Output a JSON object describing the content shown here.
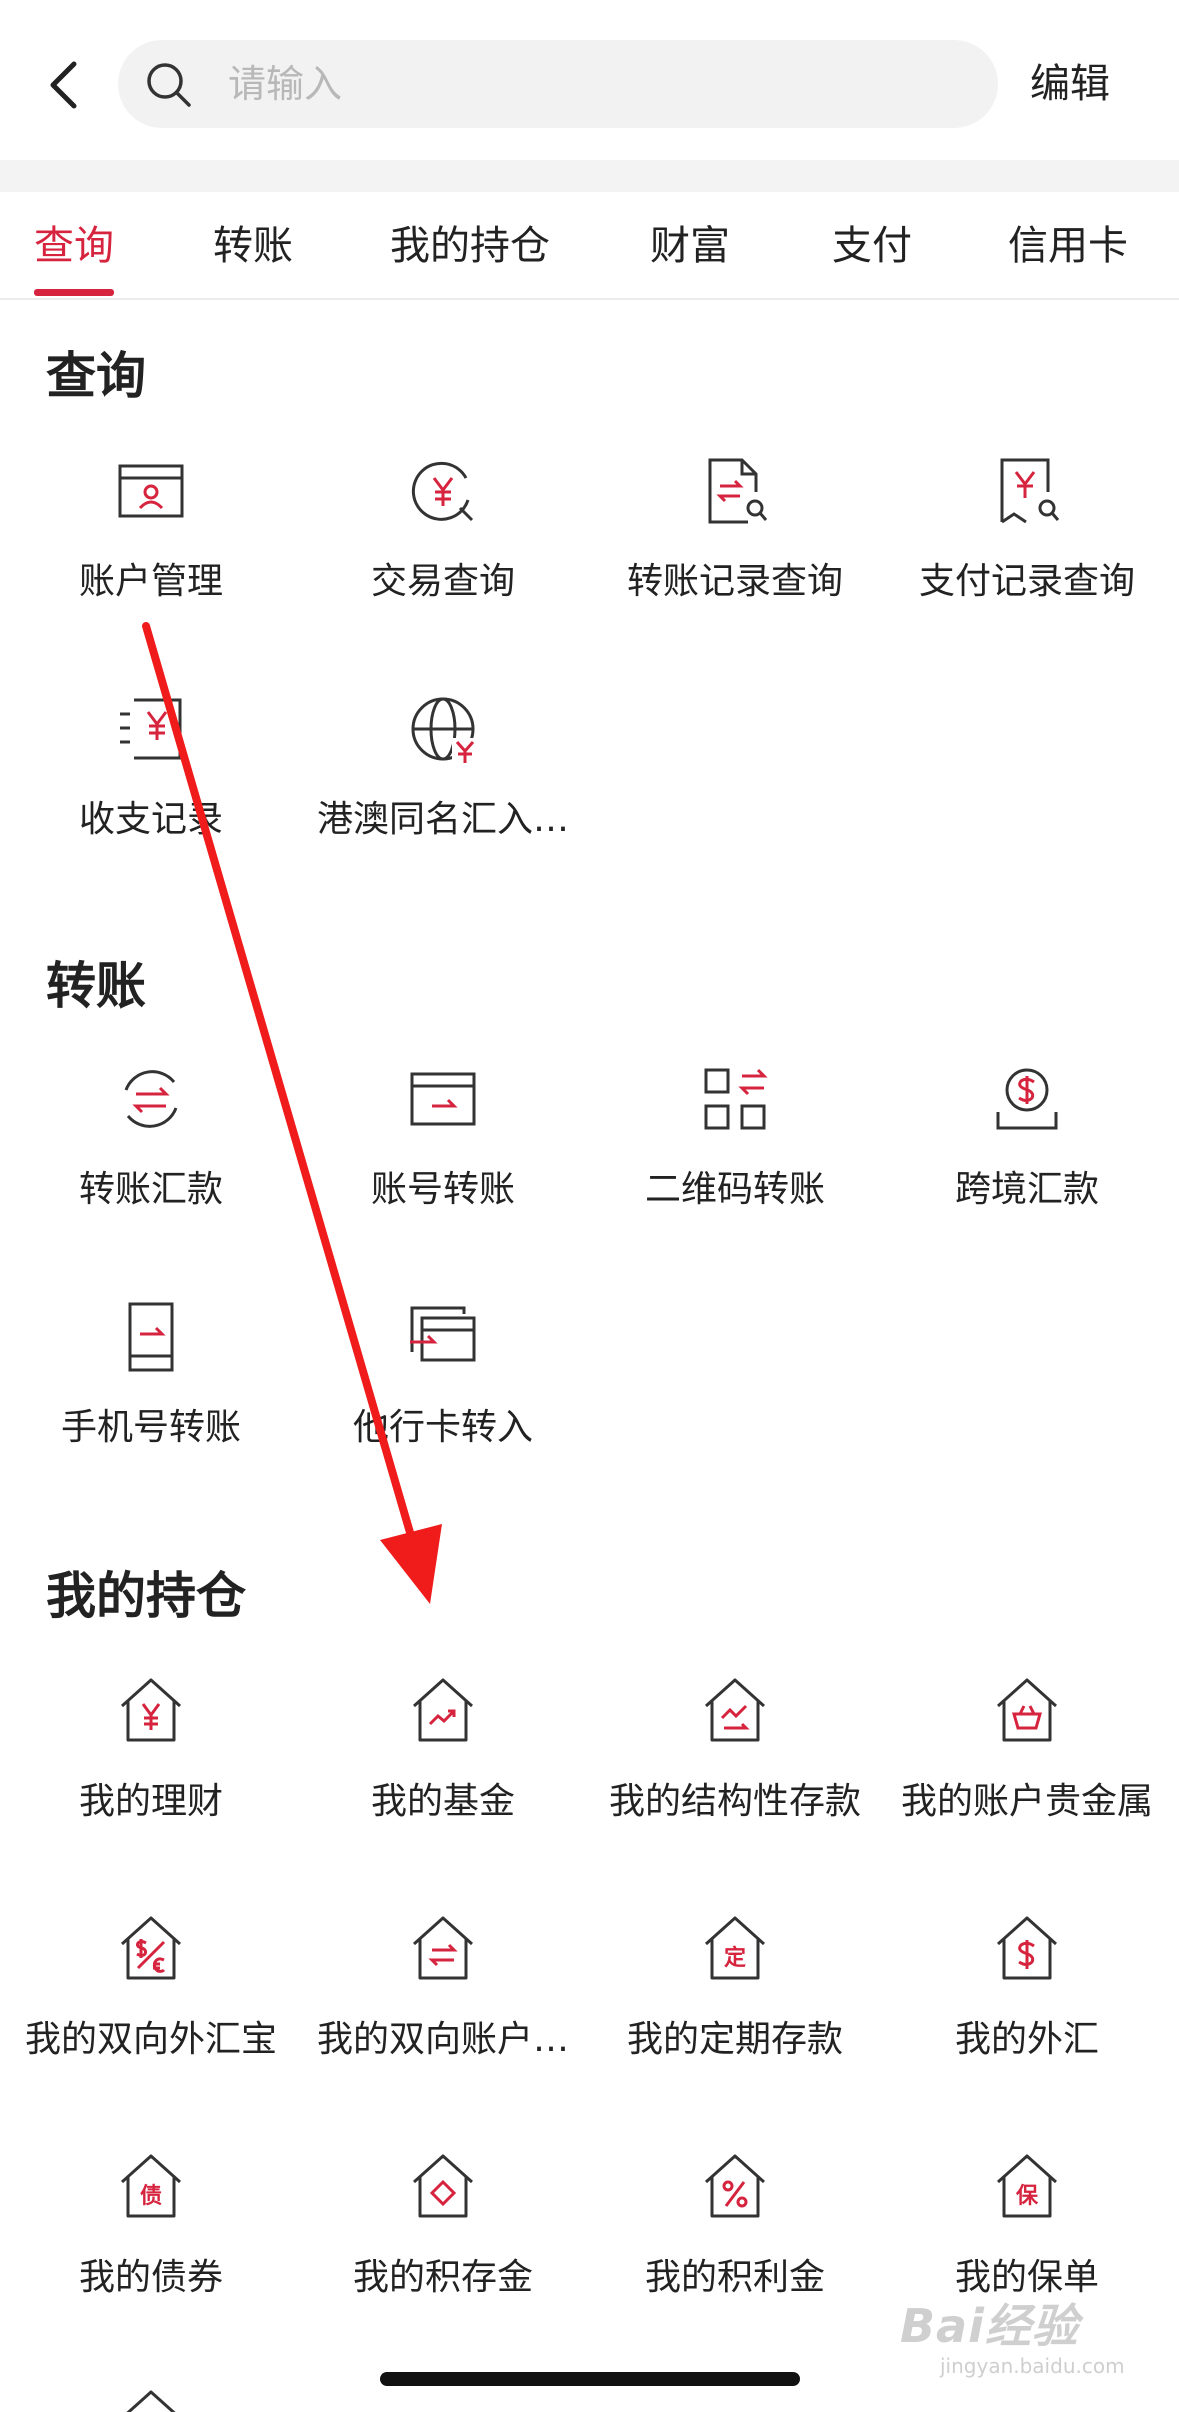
{
  "header": {
    "back_icon": "chevron-left-icon",
    "search_placeholder": "请输入",
    "edit_label": "编辑"
  },
  "tabs": [
    {
      "label": "查询",
      "active": true
    },
    {
      "label": "转账",
      "active": false
    },
    {
      "label": "我的持仓",
      "active": false
    },
    {
      "label": "财富",
      "active": false
    },
    {
      "label": "支付",
      "active": false
    },
    {
      "label": "信用卡",
      "active": false
    }
  ],
  "sections": [
    {
      "title": "查询",
      "items": [
        {
          "label": "账户管理",
          "icon": "account-card-icon"
        },
        {
          "label": "交易查询",
          "icon": "yen-search-icon"
        },
        {
          "label": "转账记录查询",
          "icon": "transfer-doc-search-icon"
        },
        {
          "label": "支付记录查询",
          "icon": "payment-doc-search-icon"
        },
        {
          "label": "收支记录",
          "icon": "income-expense-icon"
        },
        {
          "label": "港澳同名汇入…",
          "icon": "globe-yen-icon"
        }
      ]
    },
    {
      "title": "转账",
      "items": [
        {
          "label": "转账汇款",
          "icon": "circular-transfer-icon"
        },
        {
          "label": "账号转账",
          "icon": "card-arrow-icon"
        },
        {
          "label": "二维码转账",
          "icon": "qr-transfer-icon"
        },
        {
          "label": "跨境汇款",
          "icon": "dollar-tray-icon"
        },
        {
          "label": "手机号转账",
          "icon": "phone-transfer-icon"
        },
        {
          "label": "他行卡转入",
          "icon": "cards-in-icon"
        }
      ]
    },
    {
      "title": "我的持仓",
      "items": [
        {
          "label": "我的理财",
          "icon": "house-yen-icon"
        },
        {
          "label": "我的基金",
          "icon": "house-chart-icon"
        },
        {
          "label": "我的结构性存款",
          "icon": "house-structure-icon"
        },
        {
          "label": "我的账户贵金属",
          "icon": "house-basket-icon"
        },
        {
          "label": "我的双向外汇宝",
          "icon": "house-dollar-euro-icon"
        },
        {
          "label": "我的双向账户…",
          "icon": "house-exchange-icon"
        },
        {
          "label": "我的定期存款",
          "icon": "house-fixed-icon"
        },
        {
          "label": "我的外汇",
          "icon": "house-dollar-icon"
        },
        {
          "label": "我的债券",
          "icon": "house-bond-icon"
        },
        {
          "label": "我的积存金",
          "icon": "house-diamond-icon"
        },
        {
          "label": "我的积利金",
          "icon": "house-percent-icon"
        },
        {
          "label": "我的保单",
          "icon": "house-insurance-icon"
        }
      ]
    }
  ],
  "icon_glyphs": {
    "house_bond": "债",
    "house_fixed": "定",
    "house_insurance": "保"
  },
  "watermark": {
    "brand": "Bai经验",
    "url": "jingyan.baidu.com"
  },
  "colors": {
    "accent": "#d6243f",
    "icon_stroke": "#333333",
    "annotation_arrow": "#f01c1c"
  }
}
